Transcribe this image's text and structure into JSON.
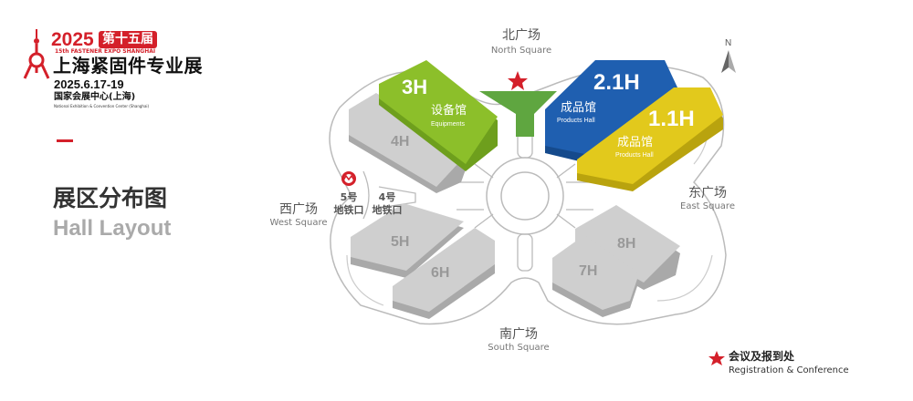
{
  "logo": {
    "year": "2025",
    "edition": "第十五届",
    "expo_en": "15th FASTENER EXPO SHANGHAI",
    "expo_cn": "上海紧固件专业展",
    "dates": "2025.6.17-19",
    "venue_cn": "国家会展中心(上海)",
    "venue_en": "National Exhibition & Convention Center (Shanghai)"
  },
  "heading": {
    "title_cn": "展区分布图",
    "title_en": "Hall Layout"
  },
  "squares": {
    "north": {
      "cn": "北广场",
      "en": "North Square"
    },
    "west": {
      "cn": "西广场",
      "en": "West Square"
    },
    "east": {
      "cn": "东广场",
      "en": "East Square"
    },
    "south": {
      "cn": "南广场",
      "en": "South Square"
    }
  },
  "metro": {
    "icon": "shanghai-metro-icon",
    "exit5": {
      "line1": "5号",
      "line2": "地铁口"
    },
    "exit4": {
      "line1": "4号",
      "line2": "地铁口"
    }
  },
  "halls": [
    {
      "id": "3H",
      "cn": "设备馆",
      "en": "Equipments",
      "color": "#8cbf2a"
    },
    {
      "id": "4H",
      "color": "#c8c8c8"
    },
    {
      "id": "2.1H",
      "cn": "成品馆",
      "en": "Products Hall",
      "color": "#1f5fb0"
    },
    {
      "id": "1.1H",
      "cn": "成品馆",
      "en": "Products Hall",
      "color": "#e2c91c"
    },
    {
      "id": "5H",
      "color": "#c8c8c8"
    },
    {
      "id": "6H",
      "color": "#c8c8c8"
    },
    {
      "id": "7H",
      "color": "#c8c8c8"
    },
    {
      "id": "8H",
      "color": "#c8c8c8"
    }
  ],
  "compass": {
    "label": "N"
  },
  "legend": {
    "icon": "star-icon",
    "color": "#d4202a",
    "cn": "会议及报到处",
    "en": "Registration & Conference"
  }
}
